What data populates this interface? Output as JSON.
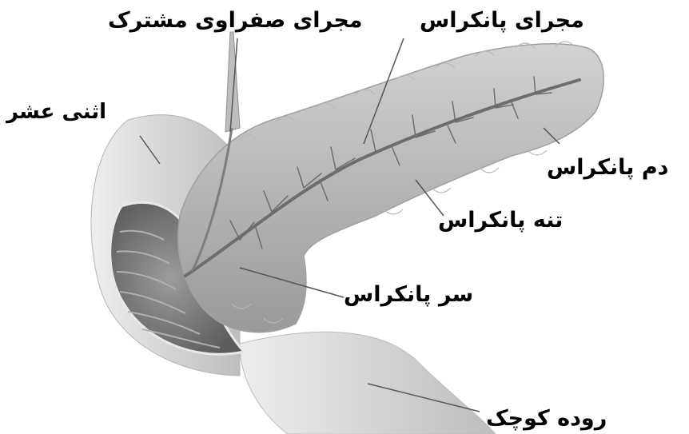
{
  "labels": {
    "common_bile_duct": "مجرای صفراوی مشترک",
    "pancreatic_duct": "مجرای پانکراس",
    "duodenum": "اثنی عشر",
    "tail_of_pancreas": "دم پانکراس",
    "body_of_pancreas": "تنه پانکراس",
    "head_of_pancreas": "سر پانکراس",
    "small_intestine": "روده کوچک"
  },
  "colors": {
    "background": "#ffffff",
    "tissue_light": "#c9c9c9",
    "tissue_dark": "#7a7a7a",
    "duct": "#6d6d6d",
    "intestine_outer": "#d9d9d9",
    "intestine_inner": "#8a8a8a",
    "text": "#000000"
  }
}
